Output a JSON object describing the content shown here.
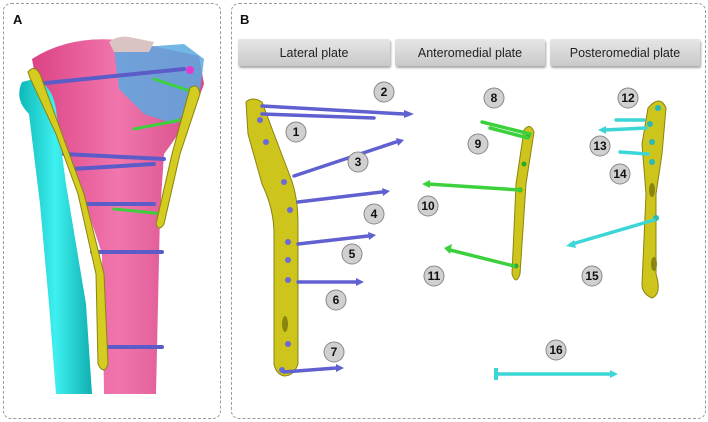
{
  "panels": {
    "a": {
      "letter": "A"
    },
    "b": {
      "letter": "B"
    }
  },
  "headers": {
    "lateral": "Lateral plate",
    "anteromedial": "Anteromedial plate",
    "posteromedial": "Posteromedial plate"
  },
  "screw_labels": [
    "1",
    "2",
    "3",
    "4",
    "5",
    "6",
    "7",
    "8",
    "9",
    "10",
    "11",
    "12",
    "13",
    "14",
    "15",
    "16"
  ],
  "colors": {
    "tibia": "#e8468c",
    "fibula": "#19d6d6",
    "fragment": "#58a8e0",
    "plate": "#c9c21a",
    "screw_blue": "#6a6ad8",
    "screw_green": "#3cd13c",
    "screw_cyan": "#3cd6d6"
  }
}
